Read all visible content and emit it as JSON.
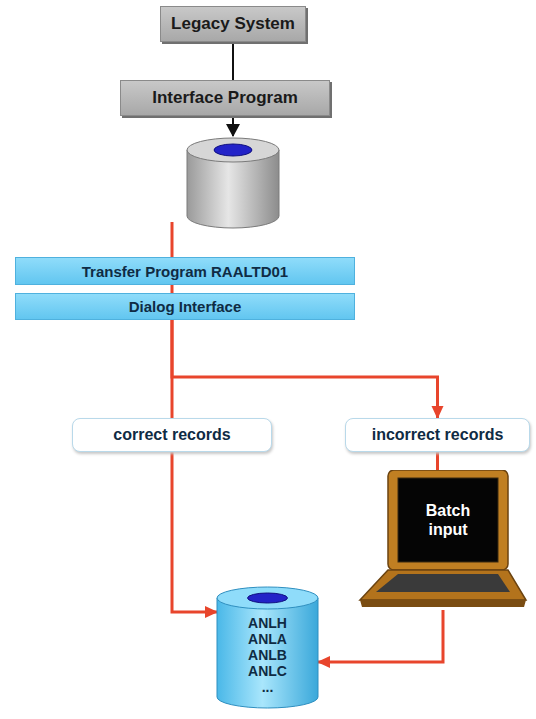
{
  "diagram": {
    "nodes": [
      {
        "text": [
          "Legacy System"
        ]
      },
      {
        "text": [
          "Interface Program"
        ]
      },
      {
        "text": [
          "Transfer Program RAALTD01"
        ]
      },
      {
        "text": [
          "Dialog Interface"
        ]
      },
      {
        "text": [
          "correct records"
        ]
      },
      {
        "text": [
          "incorrect records"
        ]
      },
      {
        "text": [
          "Batch input"
        ]
      },
      {
        "text": [
          "ANLH",
          "ANLA",
          "ANLB",
          "ANLC",
          "..."
        ]
      }
    ],
    "edges": [
      {
        "from": 0,
        "to": 1,
        "arrow": "none"
      },
      {
        "from": 2,
        "to": 3,
        "arrow": "none"
      },
      {
        "from": 3,
        "to": 4,
        "arrow": "none"
      },
      {
        "from": 3,
        "to": 5,
        "arrow": "to"
      },
      {
        "from": 4,
        "to": 7,
        "arrow": "to"
      },
      {
        "from": 5,
        "to": 6,
        "arrow": "none"
      },
      {
        "from": 6,
        "to": 7,
        "arrow": "to"
      }
    ]
  }
}
